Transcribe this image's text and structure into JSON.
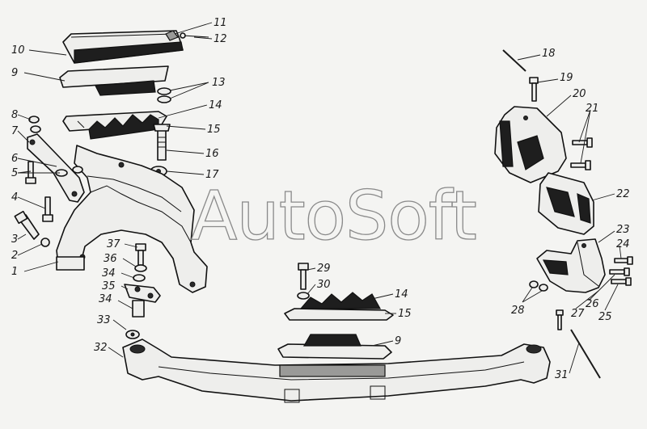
{
  "watermark": "AutoSoft",
  "callouts": [
    "1",
    "2",
    "3",
    "4",
    "5",
    "6",
    "7",
    "8",
    "9",
    "9",
    "10",
    "11",
    "12",
    "13",
    "14",
    "14",
    "15",
    "15",
    "16",
    "17",
    "18",
    "19",
    "20",
    "21",
    "22",
    "23",
    "24",
    "25",
    "26",
    "27",
    "28",
    "29",
    "30",
    "31",
    "32",
    "33",
    "34",
    "34",
    "35",
    "36",
    "37"
  ]
}
